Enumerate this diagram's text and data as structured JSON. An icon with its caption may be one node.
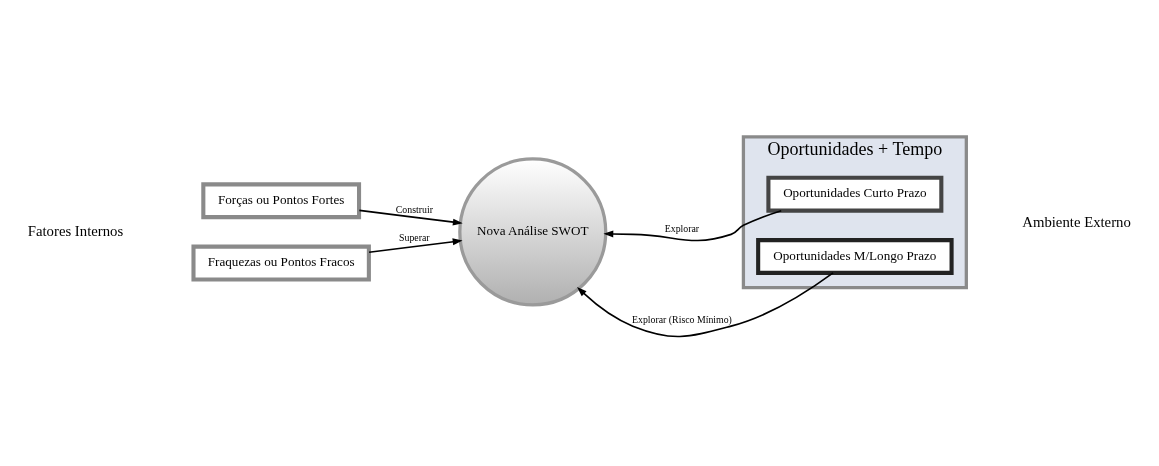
{
  "diagram": {
    "nodes": [
      {
        "text": [
          "Forças ou Pontos Fortes"
        ]
      },
      {
        "text": [
          "Fraquezas ou Pontos Fracos"
        ]
      },
      {
        "text": [
          "Nova Análise SWOT"
        ]
      },
      {
        "text": [
          "Oportunidades + Tempo"
        ]
      },
      {
        "text": [
          "Oportunidades Curto Prazo"
        ],
        "in": 3
      },
      {
        "text": [
          "Oportunidades M/Longo Prazo"
        ],
        "in": 3
      }
    ],
    "edges": [
      {
        "from": 0,
        "to": 2,
        "arrow": "to",
        "label": "Construir"
      },
      {
        "from": 4,
        "to": 2,
        "arrow": "to",
        "label": "Explorar"
      },
      {
        "from": 1,
        "to": 2,
        "arrow": "to",
        "label": "Superar"
      },
      {
        "from": 5,
        "to": 2,
        "arrow": "to",
        "label": "Explorar (Risco Mínimo)"
      }
    ],
    "labels": [
      "Fatores Internos",
      "Ambiente Externo"
    ]
  }
}
